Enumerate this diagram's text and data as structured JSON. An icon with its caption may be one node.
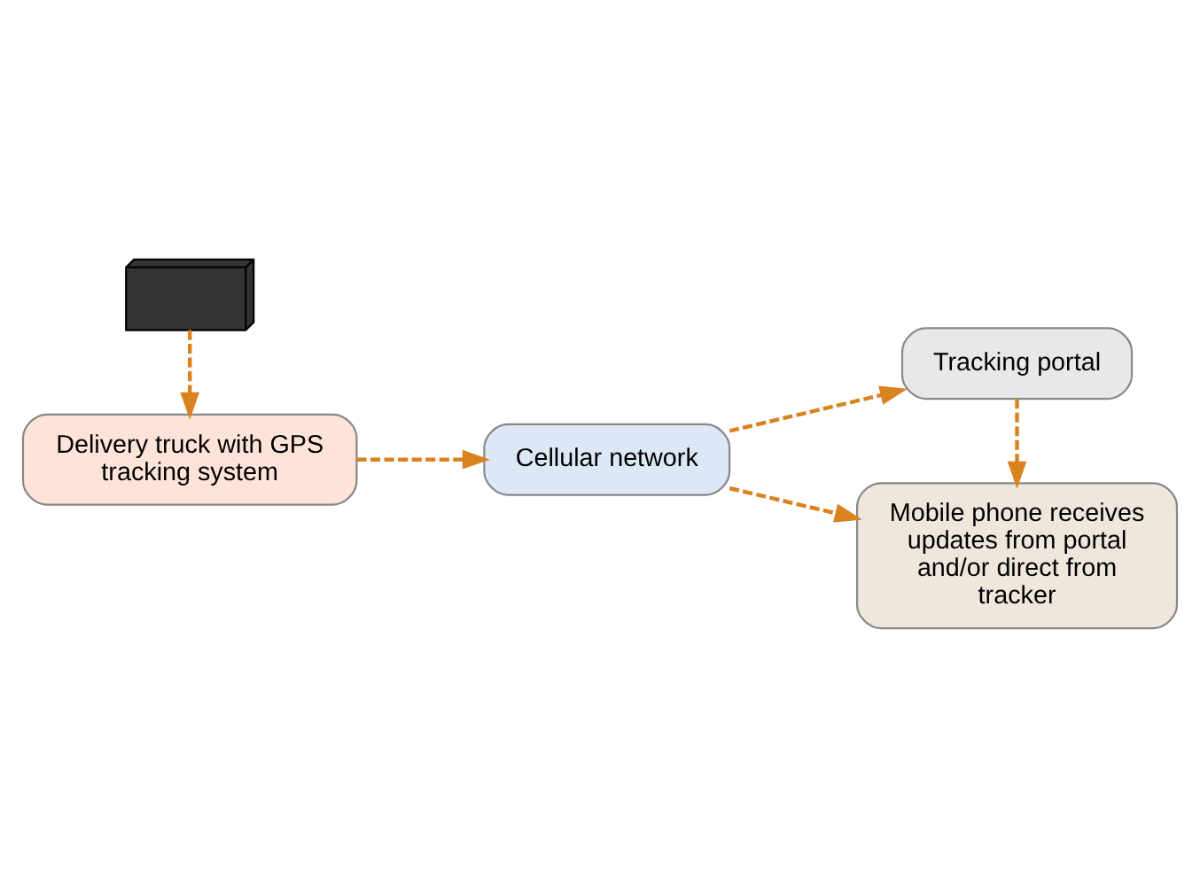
{
  "diagram": {
    "nodes": [
      {
        "text": [],
        "shape": "picture"
      },
      {
        "text": [
          "Delivery truck with GPS tracking system"
        ]
      },
      {
        "text": [
          "Cellular network"
        ]
      },
      {
        "text": [
          "Tracking portal"
        ]
      },
      {
        "text": [
          "Mobile phone receives updates from portal and/or direct from tracker"
        ]
      }
    ],
    "edges": [
      {
        "from": 0,
        "to": 1,
        "arrow": "to",
        "style": "dashed"
      },
      {
        "from": 1,
        "to": 2,
        "arrow": "to",
        "style": "dashed"
      },
      {
        "from": 2,
        "to": 3,
        "arrow": "to",
        "style": "dashed"
      },
      {
        "from": 2,
        "to": 4,
        "arrow": "to",
        "style": "dashed"
      },
      {
        "from": 3,
        "to": 4,
        "arrow": "to",
        "style": "dashed"
      }
    ]
  }
}
